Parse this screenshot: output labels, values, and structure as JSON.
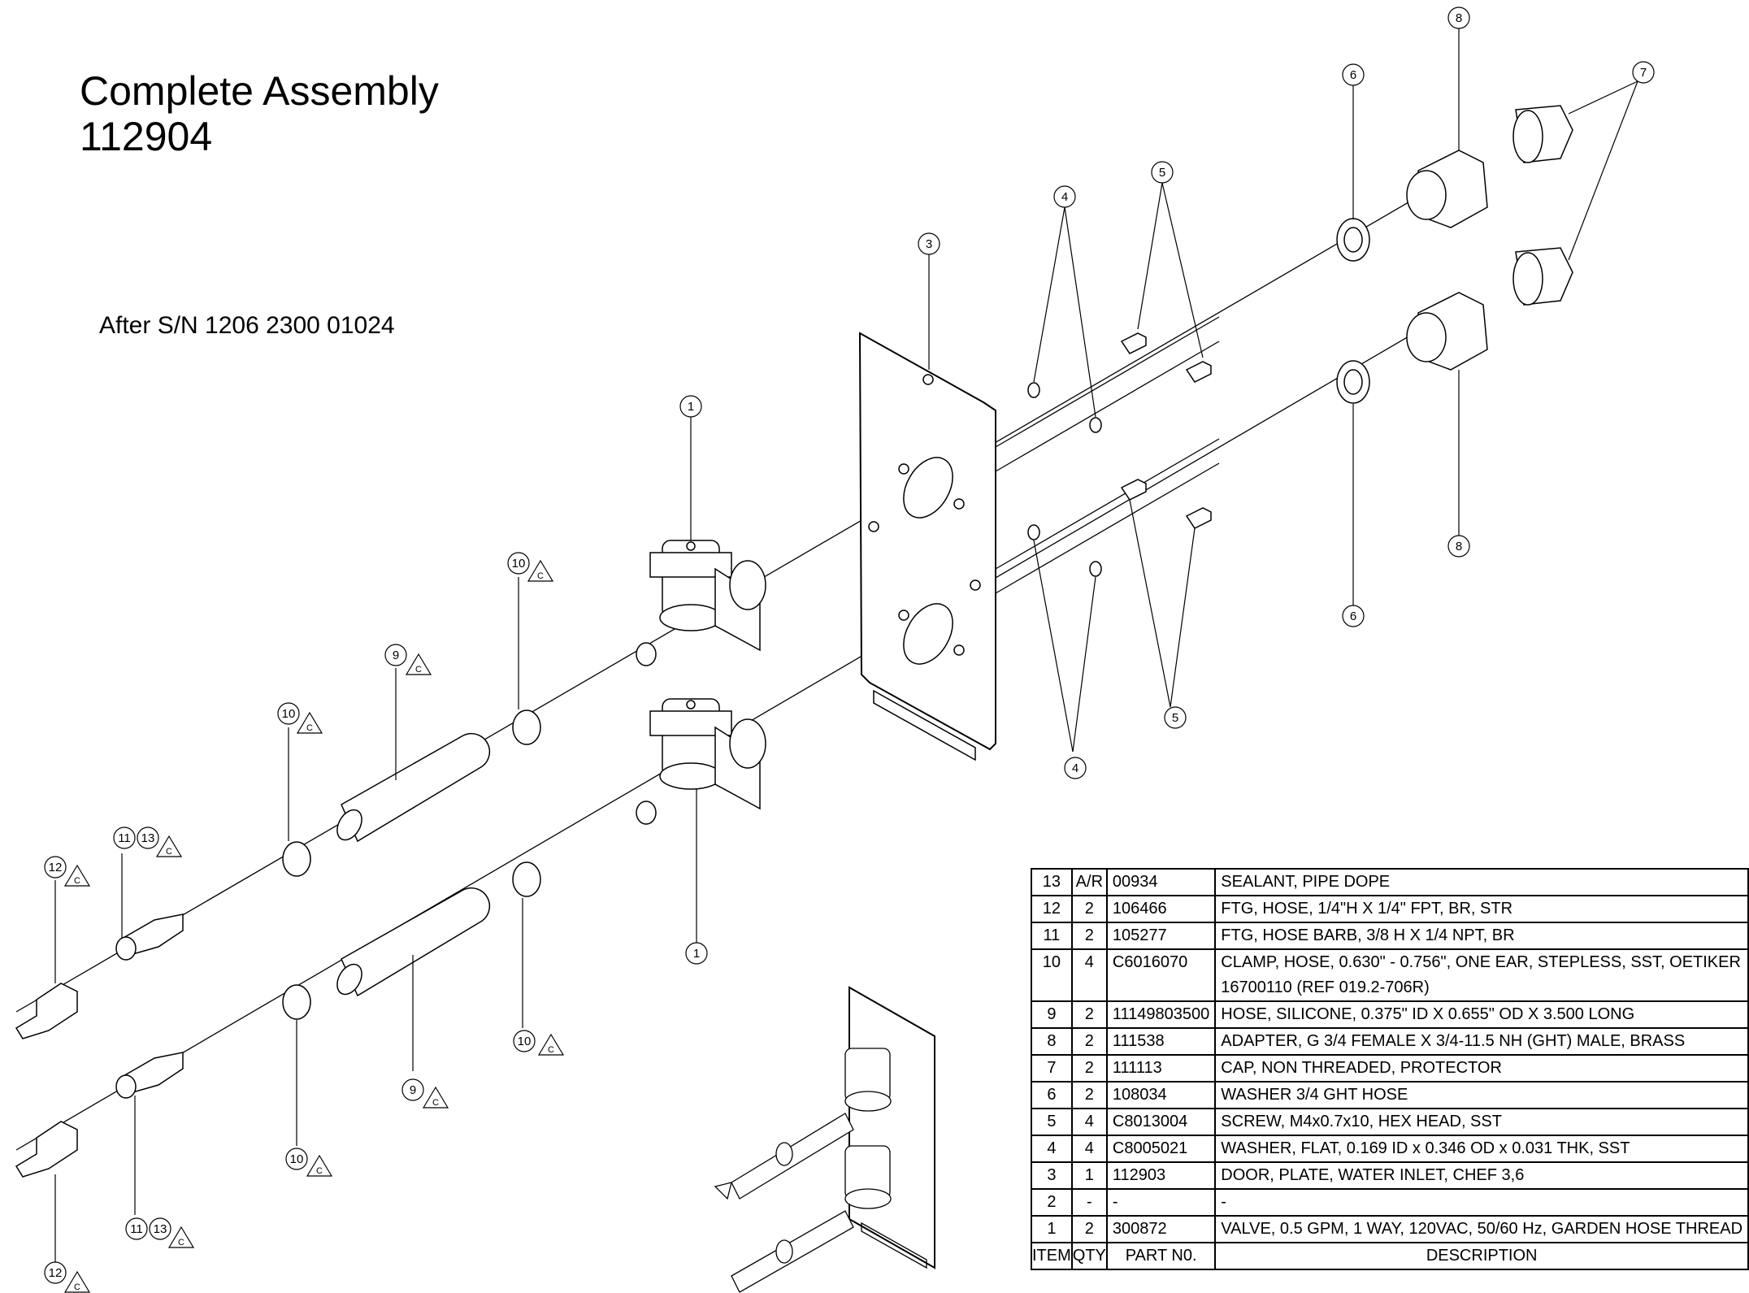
{
  "title": {
    "line1": "Complete Assembly",
    "line2": "112904"
  },
  "serial_note": "After S/N 1206 2300 01024",
  "balloons": [
    "1",
    "1",
    "3",
    "4",
    "4",
    "5",
    "5",
    "6",
    "6",
    "7",
    "8",
    "8",
    "9",
    "9",
    "10",
    "10",
    "10",
    "10",
    "11",
    "11",
    "12",
    "12",
    "13",
    "13"
  ],
  "revision_mark": "C",
  "bom": {
    "headers": {
      "item": "ITEM",
      "qty": "QTY",
      "part": "PART N0.",
      "description": "DESCRIPTION"
    },
    "rows": [
      {
        "item": "13",
        "qty": "A/R",
        "part": "00934",
        "description": "SEALANT, PIPE DOPE"
      },
      {
        "item": "12",
        "qty": "2",
        "part": "106466",
        "description": "FTG, HOSE, 1/4\"H X 1/4\" FPT, BR, STR"
      },
      {
        "item": "11",
        "qty": "2",
        "part": "105277",
        "description": "FTG, HOSE BARB, 3/8 H X 1/4 NPT, BR"
      },
      {
        "item": "10",
        "qty": "4",
        "part": "C6016070",
        "description": "CLAMP, HOSE, 0.630\" - 0.756\", ONE EAR, STEPLESS, SST, OETIKER 16700110 (REF 019.2-706R)"
      },
      {
        "item": "9",
        "qty": "2",
        "part": "11149803500",
        "description": "HOSE, SILICONE, 0.375\" ID X 0.655\" OD X 3.500 LONG"
      },
      {
        "item": "8",
        "qty": "2",
        "part": "111538",
        "description": "ADAPTER, G 3/4 FEMALE X 3/4-11.5 NH (GHT) MALE, BRASS"
      },
      {
        "item": "7",
        "qty": "2",
        "part": "111113",
        "description": "CAP, NON THREADED, PROTECTOR"
      },
      {
        "item": "6",
        "qty": "2",
        "part": "108034",
        "description": "WASHER 3/4 GHT HOSE"
      },
      {
        "item": "5",
        "qty": "4",
        "part": "C8013004",
        "description": "SCREW, M4x0.7x10, HEX HEAD, SST"
      },
      {
        "item": "4",
        "qty": "4",
        "part": "C8005021",
        "description": "WASHER, FLAT, 0.169 ID x 0.346 OD x 0.031 THK, SST"
      },
      {
        "item": "3",
        "qty": "1",
        "part": "112903",
        "description": "DOOR, PLATE, WATER INLET, CHEF 3,6"
      },
      {
        "item": "2",
        "qty": "-",
        "part": "-",
        "description": "-"
      },
      {
        "item": "1",
        "qty": "2",
        "part": "300872",
        "description": "VALVE, 0.5 GPM, 1 WAY, 120VAC, 50/60 Hz, GARDEN HOSE THREAD"
      }
    ]
  }
}
